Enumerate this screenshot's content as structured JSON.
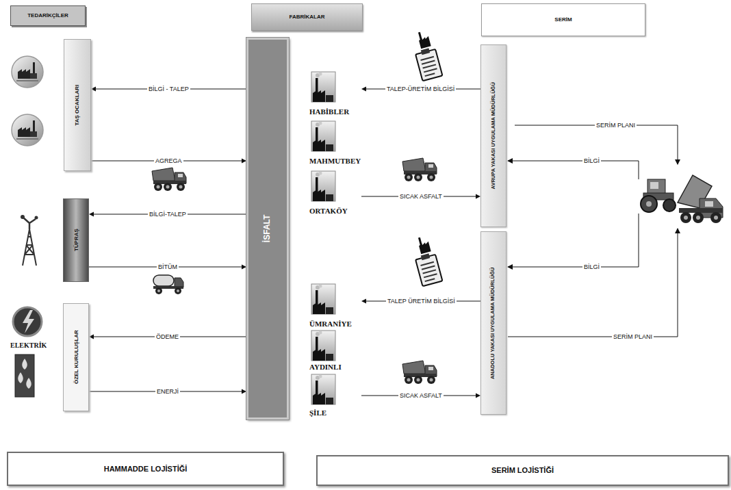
{
  "diagram": {
    "nodes": [
      {
        "text": [
          "TEDARİKÇİLER"
        ]
      },
      {
        "text": [
          "FABRİKALAR"
        ]
      },
      {
        "text": [
          "SERİM"
        ]
      },
      {
        "text": [
          "TAŞ OCAKLARI"
        ]
      },
      {
        "text": [
          "İSFALT"
        ]
      },
      {
        "text": [
          "HABİBLER"
        ]
      },
      {
        "text": [
          "MAHMUTBEY"
        ]
      },
      {
        "text": [
          "ORTAKÖY"
        ]
      },
      {
        "text": [
          "AVRUPA YAKASI UYGULAMA MÜDÜRLÜĞÜ"
        ]
      },
      {
        "text": [
          "TÜPRAŞ"
        ]
      },
      {
        "text": [
          "ANADOLU YAKASI UYGULAMA MÜDÜRLÜĞÜ"
        ]
      },
      {
        "text": [
          "ÜMRANİYE"
        ]
      },
      {
        "text": [
          "AYDINLI"
        ]
      },
      {
        "text": [
          "ŞİLE"
        ]
      },
      {
        "text": [
          "ÖZEL KURULUŞLAR"
        ]
      },
      {
        "text": [
          "HAMMADDE LOJİSTİĞİ"
        ]
      },
      {
        "text": [
          "SERİM LOJİSTİĞİ"
        ]
      }
    ],
    "edges": [
      {
        "from": 4,
        "to": 3,
        "label": "BİLGİ - TALEP",
        "arrow": "to"
      },
      {
        "from": 3,
        "to": 4,
        "label": "AGREGA",
        "arrow": "to"
      },
      {
        "from": 4,
        "to": 9,
        "label": "BİLGİ-TALEP",
        "arrow": "to"
      },
      {
        "from": 9,
        "to": 4,
        "label": "BİTÜM",
        "arrow": "to"
      },
      {
        "from": 4,
        "to": 14,
        "label": "ÖDEME",
        "arrow": "to"
      },
      {
        "from": 14,
        "to": 4,
        "label": "ENERJİ",
        "arrow": "to"
      },
      {
        "from": 8,
        "to": 5,
        "label": "TALEP-ÜRETİM BİLGİSİ",
        "arrow": "to"
      },
      {
        "from": 7,
        "to": 8,
        "label": "SICAK ASFALT",
        "arrow": "to"
      },
      {
        "from": 10,
        "to": 11,
        "label": "TALEP ÜRETİM BİLGİSİ",
        "arrow": "to"
      },
      {
        "from": 13,
        "to": 10,
        "label": "SICAK ASFALT",
        "arrow": "to"
      }
    ],
    "labels": [
      "SERİM PLANI",
      "BİLGİ",
      "BİLGİ",
      "SERİM PLANI",
      "ELEKTRİK"
    ]
  }
}
